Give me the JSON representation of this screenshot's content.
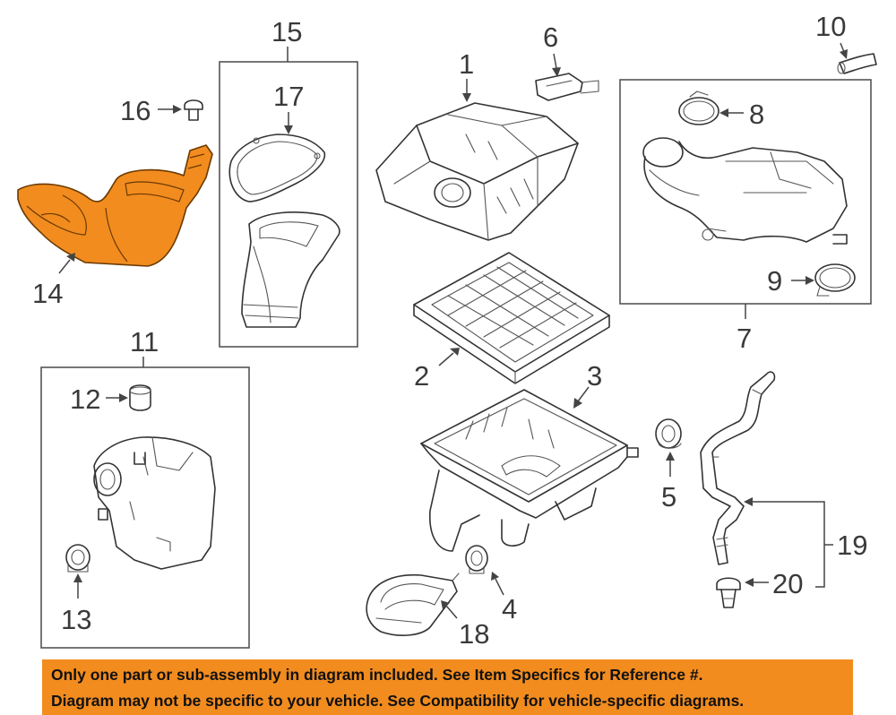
{
  "callouts": {
    "c1": "1",
    "c2": "2",
    "c3": "3",
    "c4": "4",
    "c5": "5",
    "c6": "6",
    "c7": "7",
    "c8": "8",
    "c9": "9",
    "c10": "10",
    "c11": "11",
    "c12": "12",
    "c13": "13",
    "c14": "14",
    "c15": "15",
    "c16": "16",
    "c17": "17",
    "c18": "18",
    "c19": "19",
    "c20": "20"
  },
  "notice": {
    "line1": "Only one part or sub-assembly in diagram included. See Item Specifics for Reference #.",
    "line2": "Diagram may not be specific to your vehicle. See Compatibility for vehicle-specific diagrams."
  },
  "colors": {
    "highlight": "#f28c1f",
    "line": "#333333"
  }
}
